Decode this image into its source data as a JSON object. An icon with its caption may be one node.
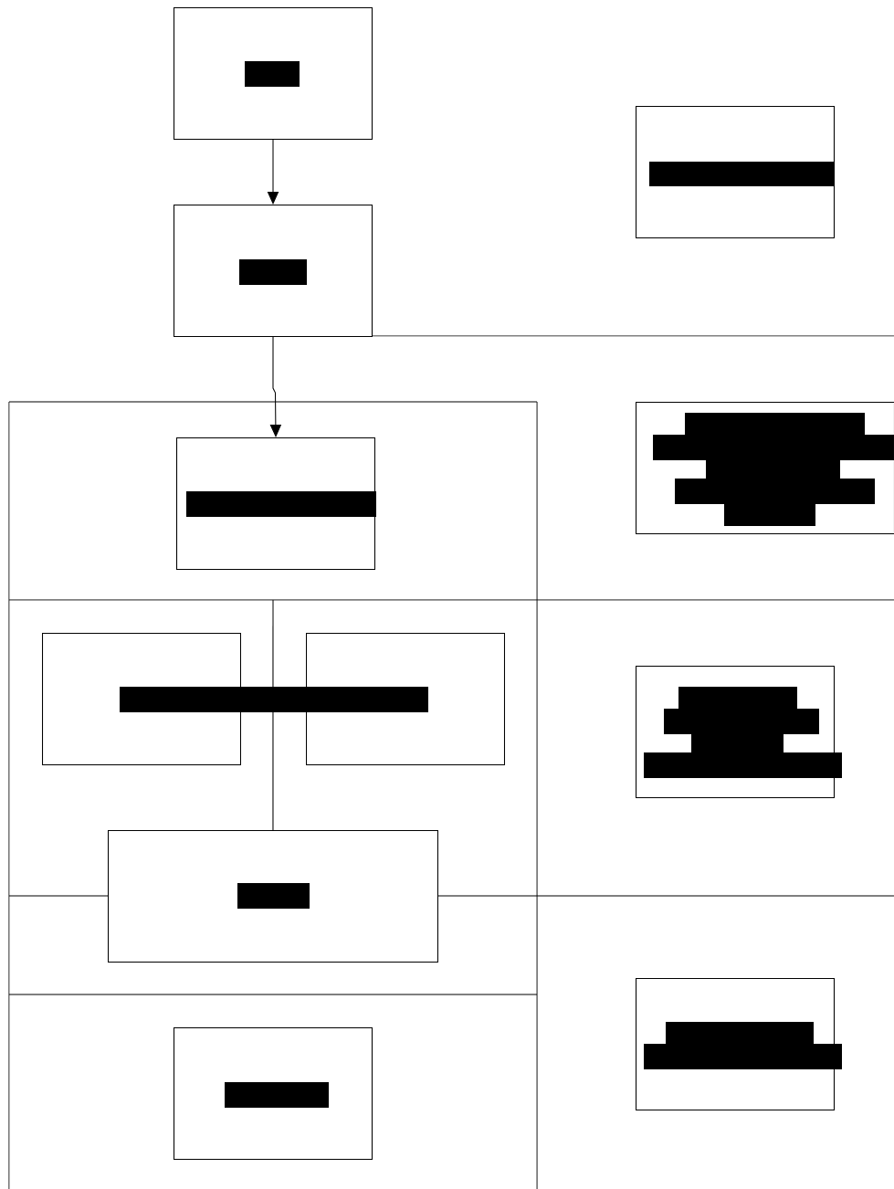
{
  "diagram": {
    "nodes": [
      {
        "text": [],
        "shape": "box"
      },
      {
        "text": [],
        "shape": "box"
      },
      {
        "text": [],
        "shape": "box"
      },
      {
        "text": [],
        "shape": "box"
      },
      {
        "text": [],
        "shape": "box"
      },
      {
        "text": [],
        "shape": "box"
      },
      {
        "text": [],
        "shape": "box"
      },
      {
        "text": [],
        "shape": "box"
      },
      {
        "text": [],
        "shape": "box"
      },
      {
        "text": [],
        "shape": "box"
      },
      {
        "text": [],
        "shape": "box"
      }
    ],
    "edges": [
      {
        "from": 0,
        "to": 2,
        "arrow": "to"
      },
      {
        "from": 2,
        "to": 3,
        "arrow": "to"
      },
      {
        "from": null,
        "to": 8,
        "arrow": "none"
      }
    ]
  }
}
